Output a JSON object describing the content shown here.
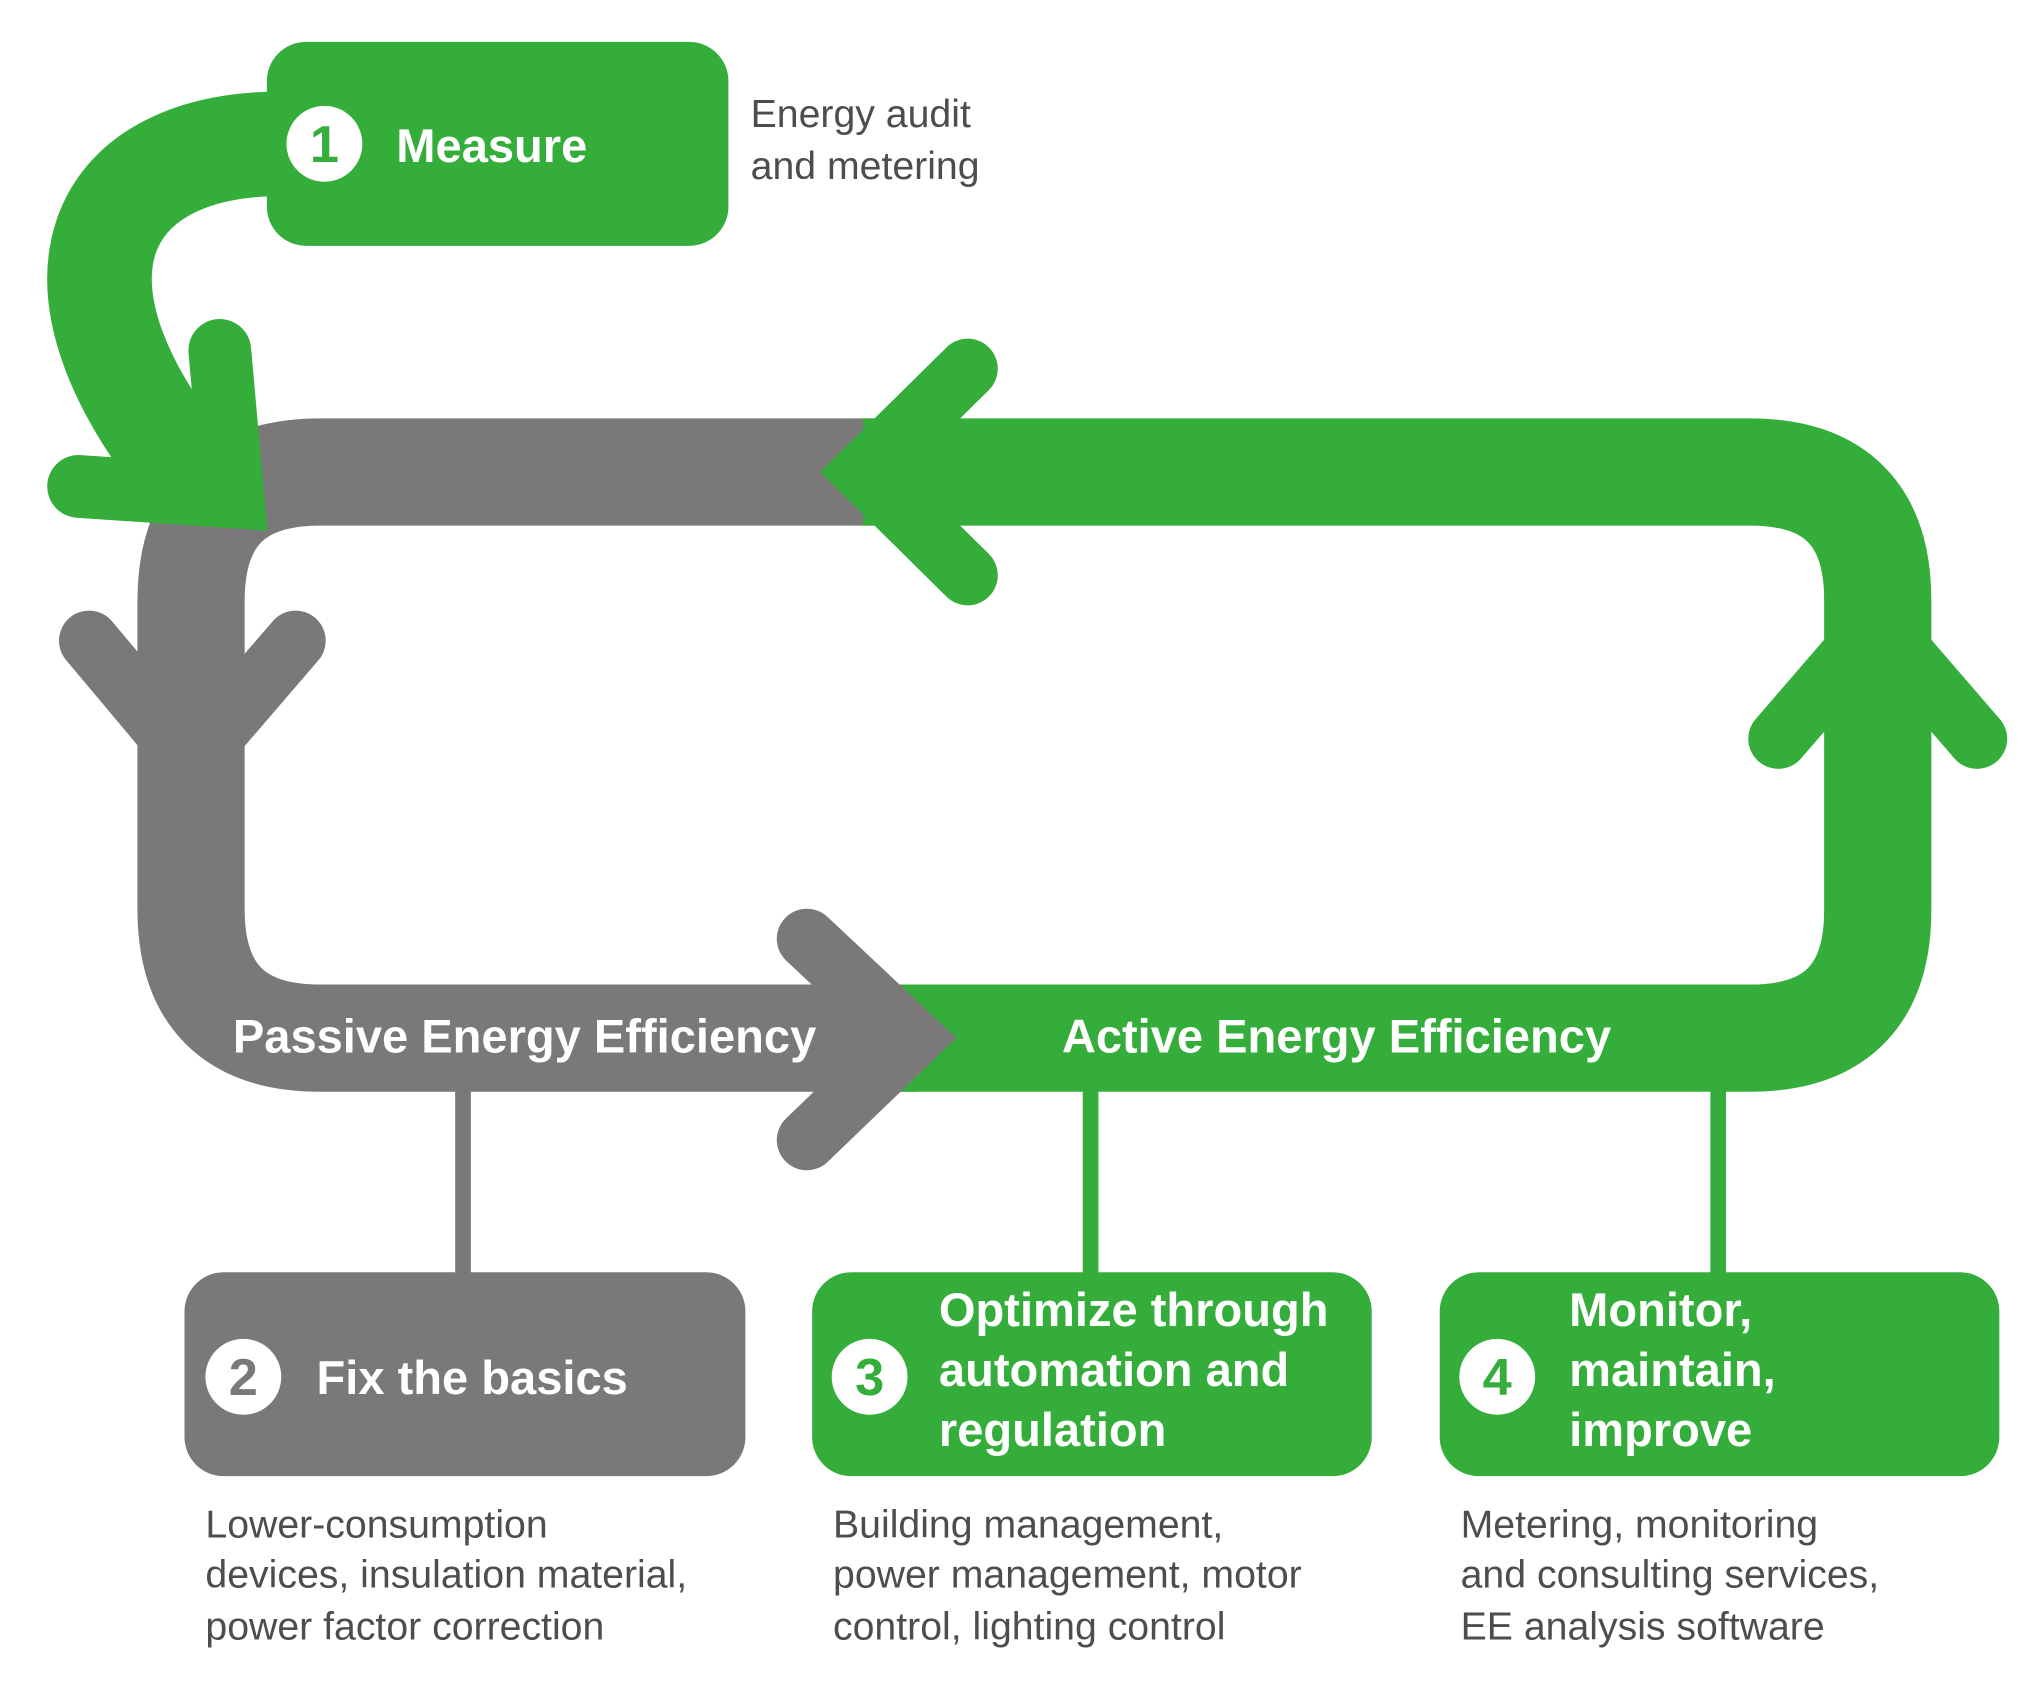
{
  "colors": {
    "green": "#34ad3b",
    "gray": "#7a7879",
    "text": "#4d4d4d"
  },
  "loop": {
    "passive_label": "Passive Energy Efficiency",
    "active_label": "Active Energy Efficiency"
  },
  "steps": [
    {
      "number": "1",
      "title": [
        "Measure"
      ],
      "description": [
        "Energy audit",
        "and metering"
      ]
    },
    {
      "number": "2",
      "title": [
        "Fix the basics"
      ],
      "description": [
        "Lower-consumption",
        "devices, insulation material,",
        "power factor correction"
      ]
    },
    {
      "number": "3",
      "title": [
        "Optimize through",
        "automation and",
        "regulation"
      ],
      "description": [
        "Building management,",
        "power management, motor",
        "control, lighting control"
      ]
    },
    {
      "number": "4",
      "title": [
        "Monitor,",
        "maintain,",
        "improve"
      ],
      "description": [
        "Metering, monitoring",
        "and consulting services,",
        "EE analysis software"
      ]
    }
  ]
}
